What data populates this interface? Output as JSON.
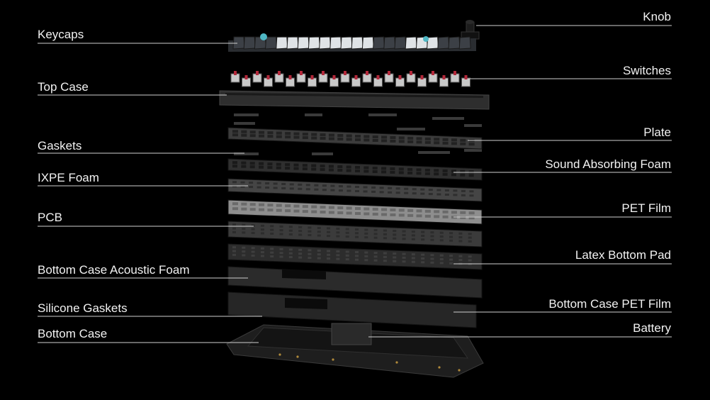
{
  "labels_left": [
    {
      "id": "keycaps",
      "text": "Keycaps"
    },
    {
      "id": "top-case",
      "text": "Top Case"
    },
    {
      "id": "gaskets",
      "text": "Gaskets"
    },
    {
      "id": "ixpe-foam",
      "text": "IXPE Foam"
    },
    {
      "id": "pcb",
      "text": "PCB"
    },
    {
      "id": "bottom-case-acoustic-foam",
      "text": "Bottom Case Acoustic Foam"
    },
    {
      "id": "silicone-gaskets",
      "text": "Silicone Gaskets"
    },
    {
      "id": "bottom-case",
      "text": "Bottom Case"
    }
  ],
  "labels_right": [
    {
      "id": "knob",
      "text": "Knob"
    },
    {
      "id": "switches",
      "text": "Switches"
    },
    {
      "id": "plate",
      "text": "Plate"
    },
    {
      "id": "sound-absorbing-foam",
      "text": "Sound Absorbing Foam"
    },
    {
      "id": "pet-film",
      "text": "PET Film"
    },
    {
      "id": "latex-bottom-pad",
      "text": "Latex Bottom Pad"
    },
    {
      "id": "bottom-case-pet-film",
      "text": "Bottom Case PET Film"
    },
    {
      "id": "battery",
      "text": "Battery"
    }
  ],
  "colors": {
    "background": "#000000",
    "text": "#f2f2f2",
    "leader_line": "#cfcfcf",
    "keycap_light": "#dfe3e6",
    "keycap_dark": "#3c4046",
    "accent_teal": "#4fb7c4",
    "switch_red": "#b3283a"
  }
}
